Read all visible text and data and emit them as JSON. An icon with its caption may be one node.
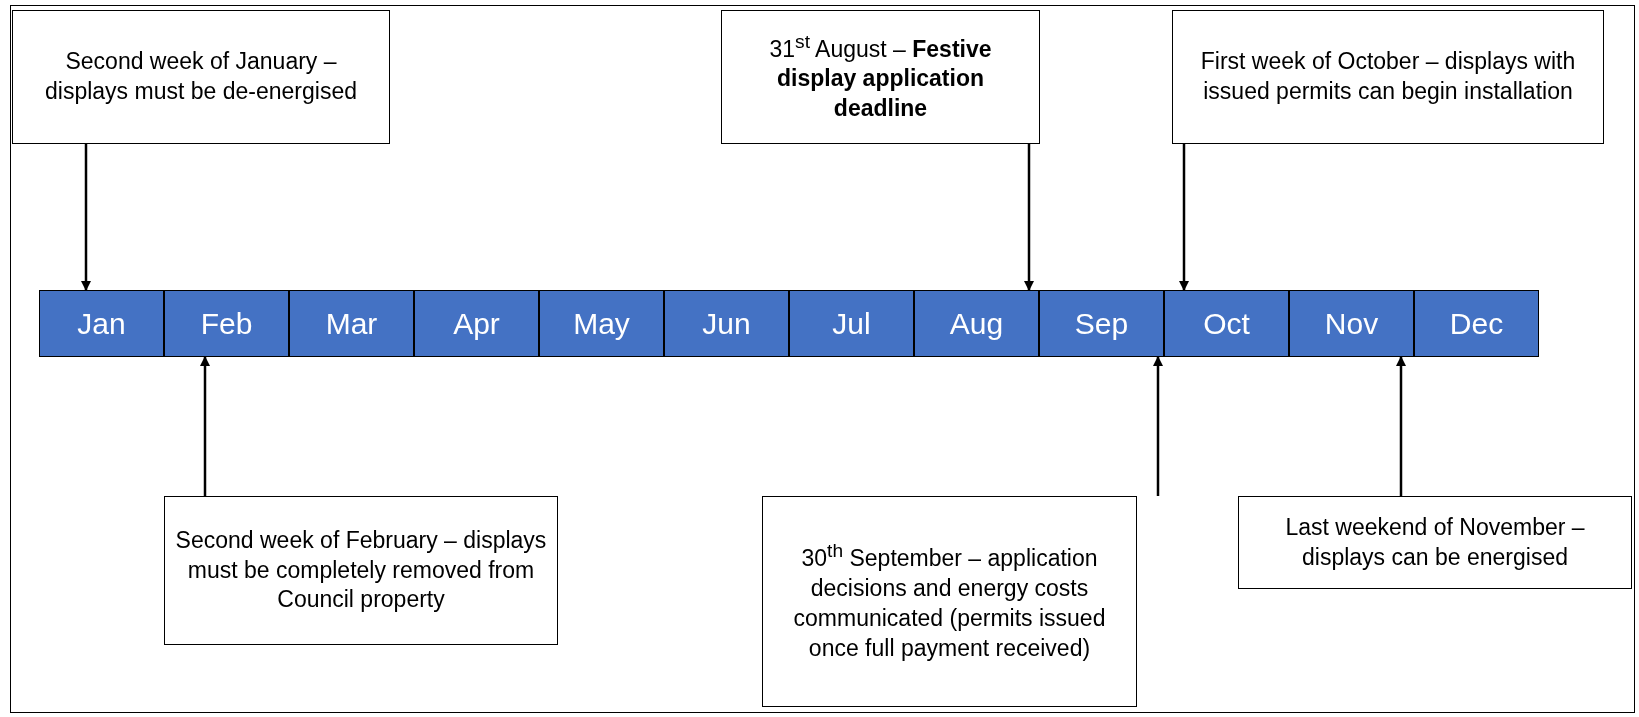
{
  "diagram": {
    "nodes": [
      {
        "text": [
          "Second week of January – displays must be de-energised"
        ]
      },
      {
        "text": [
          "31$^{st}$ August – **Festive display application deadline**"
        ]
      },
      {
        "text": [
          "First week of October – displays with issued permits can begin installation"
        ]
      },
      {
        "text": [
          "Jan"
        ]
      },
      {
        "text": [
          "Feb"
        ]
      },
      {
        "text": [
          "Mar"
        ]
      },
      {
        "text": [
          "Apr"
        ]
      },
      {
        "text": [
          "May"
        ]
      },
      {
        "text": [
          "Jun"
        ]
      },
      {
        "text": [
          "Jul"
        ]
      },
      {
        "text": [
          "Aug"
        ]
      },
      {
        "text": [
          "Sep"
        ]
      },
      {
        "text": [
          "Oct"
        ]
      },
      {
        "text": [
          "Nov"
        ]
      },
      {
        "text": [
          "Dec"
        ]
      },
      {
        "text": [
          "Second week of February – displays must be completely removed from Council property"
        ]
      },
      {
        "text": [
          "30$^{th}$ September – application decisions and energy costs communicated (permits issued once full payment received)"
        ]
      },
      {
        "text": [
          "Last weekend of November – displays can be energised"
        ]
      }
    ],
    "edges": [
      {
        "from": 0,
        "to": 3,
        "arrow": "to"
      },
      {
        "from": 1,
        "to": 10,
        "arrow": "to"
      },
      {
        "from": 2,
        "to": 12,
        "arrow": "to"
      },
      {
        "from": 15,
        "to": 4,
        "arrow": "to"
      },
      {
        "from": 16,
        "to": 11,
        "arrow": "to"
      },
      {
        "from": 17,
        "to": 13,
        "arrow": "to"
      }
    ]
  }
}
